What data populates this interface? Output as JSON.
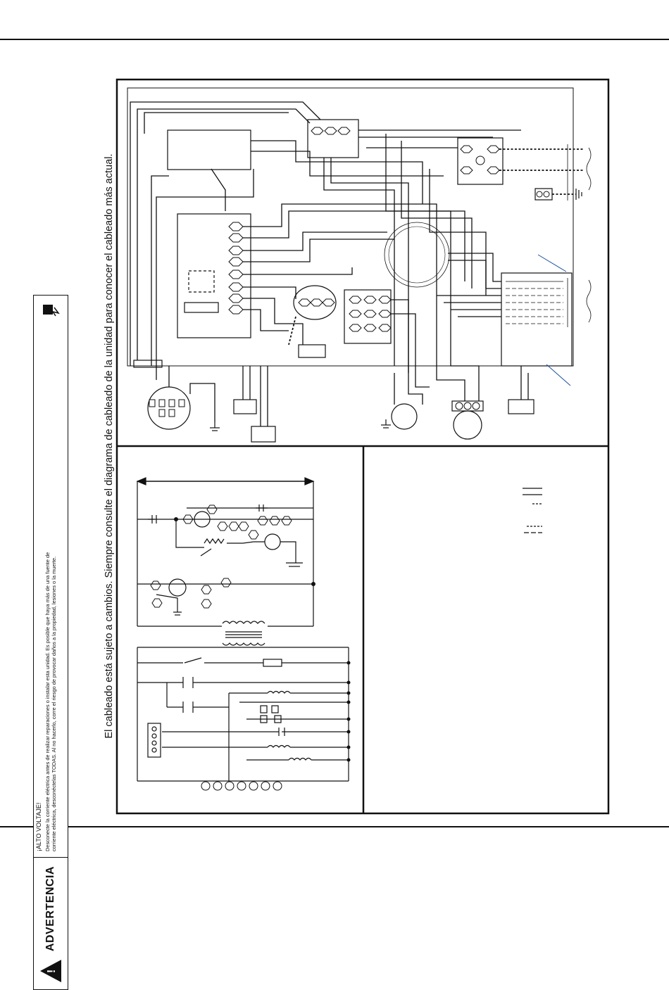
{
  "warning": {
    "title": "ADVERTENCIA",
    "subtitle": "¡ALTO VOLTAJE!",
    "body_line1": "Desconecte la corriente eléctrica antes de realizar reparaciones o instalar esta unidad. Es posible que haya más de una fuente de",
    "body_line2": "corriente eléctrica, desconéctelas TODAS. Al no hacerlo, corre el riesgo de provocar daños a la propiedad, lesiones o la muerte.",
    "alert_glyph": "!",
    "alert_icon": "warning-triangle-icon",
    "shock_icon": "electric-shock-icon"
  },
  "note": "El cableado está sujeto a cambios. Siempre consulte el diagrama de cableado de la unidad para conocer el cableado más actual.",
  "colors": {
    "ink": "#111111",
    "background": "#ffffff",
    "accent": "#1a4fa0"
  }
}
